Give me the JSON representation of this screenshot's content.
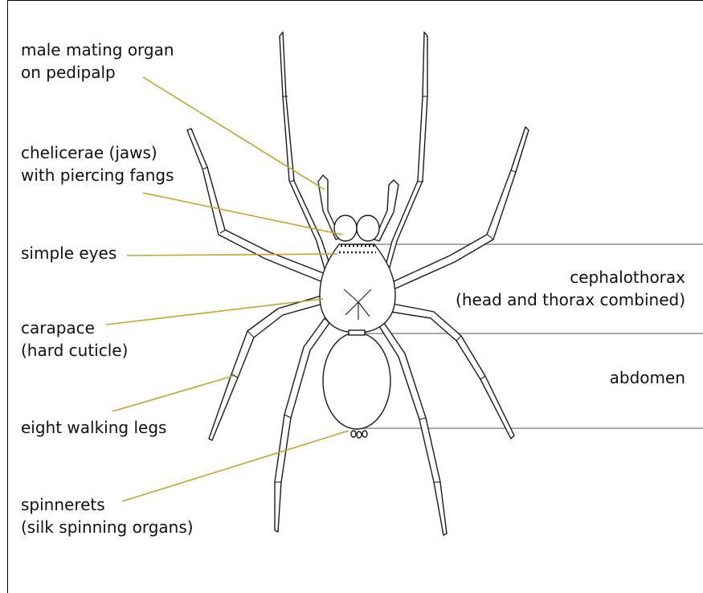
{
  "labels": {
    "male_mating_organ": [
      "male mating organ",
      "on pedipalp"
    ],
    "chelicerae": [
      "chelicerae (jaws)",
      "with piercing fangs"
    ],
    "simple_eyes": [
      "simple eyes"
    ],
    "carapace": [
      "carapace",
      "(hard cuticle)"
    ],
    "walking_legs": [
      "eight walking legs"
    ],
    "spinnerets": [
      "spinnerets",
      "(silk spinning organs)"
    ],
    "cephalothorax": [
      "cephalothorax",
      "(head and thorax combined)"
    ],
    "abdomen": [
      "abdomen"
    ]
  },
  "colors": {
    "leader_line": "#c9a227",
    "region_line": "#a9a9a9",
    "outline": "#1a1a1a"
  }
}
